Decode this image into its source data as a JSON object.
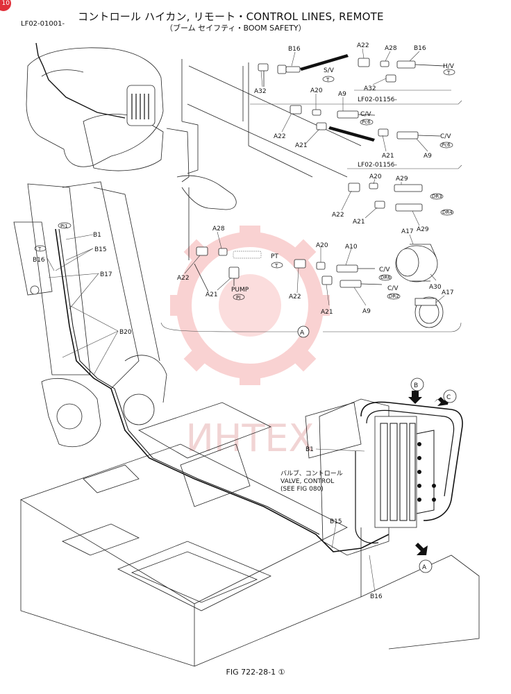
{
  "header": {
    "serial": "LF02-01001-",
    "title": "コントロール ハイカン, リモート・CONTROL LINES, REMOTE",
    "subtitle": "（ブーム セイフティ・BOOM SAFETY）",
    "page_badge": "10"
  },
  "footer": {
    "figure": "FIG 722-28-1 ①"
  },
  "watermark": {
    "text": "ИНТЕХ",
    "color": "#f0a0a0"
  },
  "serial_ranges": [
    "LF02-01156-",
    "LF02-01156-"
  ],
  "view_markers": [
    "A",
    "B",
    "C",
    "A"
  ],
  "callouts": {
    "b16_top": "B16",
    "a22_top": "A22",
    "a28_top": "A28",
    "b16_top_right": "B16",
    "a32_a": "A32",
    "a32_b": "A32",
    "sv": "S/V",
    "t_a": "T",
    "hv": "H/V",
    "t_b": "T",
    "a20_a": "A20",
    "a9_a": "A9",
    "cv_a": "C/V",
    "pc6_a": "Pc6",
    "a22_b": "A22",
    "a21_a": "A21",
    "cv_b": "C/V",
    "pc6_b": "Pc6",
    "a21_b": "A21",
    "a9_b": "A9",
    "a20_b": "A20",
    "a29_a": "A29",
    "dr3": "DR3",
    "a22_c": "A22",
    "dr4": "DR4",
    "a21_c": "A21",
    "a29_b": "A29",
    "a17_a": "A17",
    "a30": "A30",
    "a17_b": "A17",
    "a28_b": "A28",
    "pt": "PT",
    "t_c": "T",
    "a22_d": "A22",
    "a21_d": "A21",
    "pump": "PUMP",
    "pi_a": "PI",
    "a20_c": "A20",
    "a10": "A10",
    "cv_c": "C/V",
    "dr6": "DR6",
    "a22_e": "A22",
    "cv_d": "C/V",
    "dr2": "DR2",
    "a21_e": "A21",
    "a9_c": "A9",
    "pi1": "Pi1",
    "b1_a": "B1",
    "t_d": "T",
    "b15_a": "B15",
    "b16_a": "B16",
    "b17": "B17",
    "b20": "B20",
    "b1_b": "B1",
    "valve_jp": "バルブ、コントロール",
    "valve_en": "VALVE, CONTROL",
    "valve_ref": "(SEE FIG 080)",
    "b15_b": "B15",
    "b16_b": "B16"
  }
}
